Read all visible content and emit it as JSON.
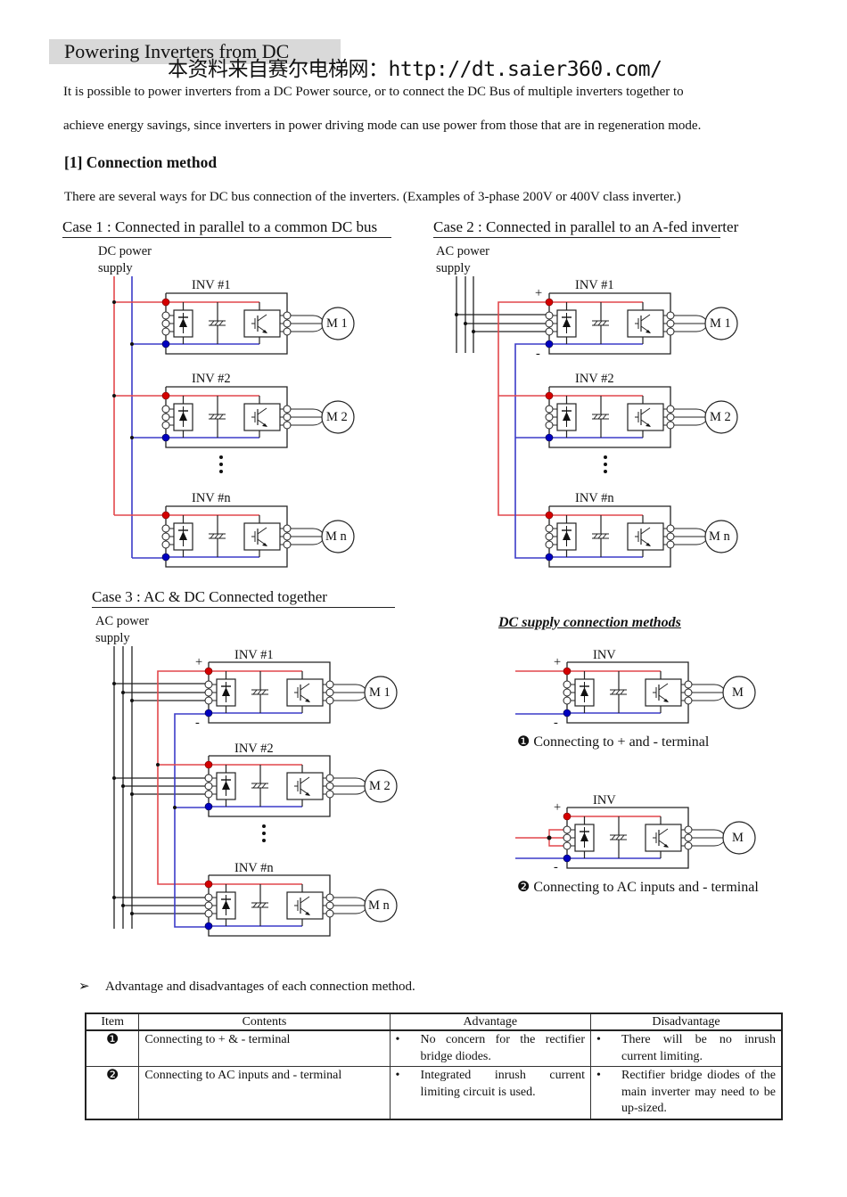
{
  "header": {
    "title": "Powering Inverters from DC",
    "watermark": "本资料来自赛尔电梯网：http://dt.saier360.com/"
  },
  "intro": {
    "line1": "It is possible to power inverters from a DC Power source, or to connect the DC Bus of multiple inverters together to",
    "line2": "achieve energy savings, since inverters in power driving mode can use power from those that are in regeneration mode."
  },
  "section": {
    "heading": "[1] Connection method",
    "description": "There are several ways for DC bus connection of the inverters. (Examples of 3-phase 200V or 400V class inverter.)"
  },
  "case1": {
    "title": "Case 1 : Connected in parallel to a common DC bus",
    "supply_label_1": "DC power",
    "supply_label_2": "supply",
    "inverters": [
      "INV #1",
      "INV #2",
      "INV #n"
    ],
    "motors": [
      "M 1",
      "M 2",
      "M n"
    ],
    "ellipsis": "⋮"
  },
  "case2": {
    "title": "Case 2 : Connected in parallel to an A-fed inverter",
    "supply_label_1": "AC power",
    "supply_label_2": "supply",
    "plus": "+",
    "minus": "-",
    "inverters": [
      "INV #1",
      "INV #2",
      "INV #n"
    ],
    "motors": [
      "M 1",
      "M 2",
      "M n"
    ]
  },
  "case3": {
    "title": "Case 3 :  AC & DC Connected together",
    "supply_label_1": "AC power",
    "supply_label_2": "supply",
    "plus": "+",
    "minus": "-",
    "inverters": [
      "INV #1",
      "INV #2",
      "INV #n"
    ],
    "motors": [
      "M 1",
      "M 2",
      "M n"
    ]
  },
  "dc_methods": {
    "title": "DC supply connection methods",
    "inv_label": "INV",
    "motor_label": "M",
    "plus": "+",
    "minus": "-",
    "method1_caption": "❶ Connecting to + and - terminal",
    "method2_caption": "❷ Connecting to AC inputs and - terminal"
  },
  "advantages": {
    "intro_bullet": "➢",
    "intro": "Advantage and disadvantages of each connection method.",
    "columns": [
      "Item",
      "Contents",
      "Advantage",
      "Disadvantage"
    ],
    "rows": [
      {
        "item": "❶",
        "contents": "Connecting to + & - terminal",
        "advantage": "No concern for the rectifier bridge diodes.",
        "disadvantage": "There will be no inrush current limiting."
      },
      {
        "item": "❷",
        "contents": "Connecting to AC inputs and - terminal",
        "advantage": "Integrated inrush current limiting circuit is used.",
        "disadvantage": "Rectifier bridge diodes of the main inverter may need to be up-sized."
      }
    ],
    "bullet": "•"
  },
  "colors": {
    "positive_bus": "#e2474b",
    "negative_bus": "#3b3bc8",
    "positive_node": "#d40000",
    "negative_node": "#0000c0",
    "title_bg": "#d9d9d9"
  }
}
